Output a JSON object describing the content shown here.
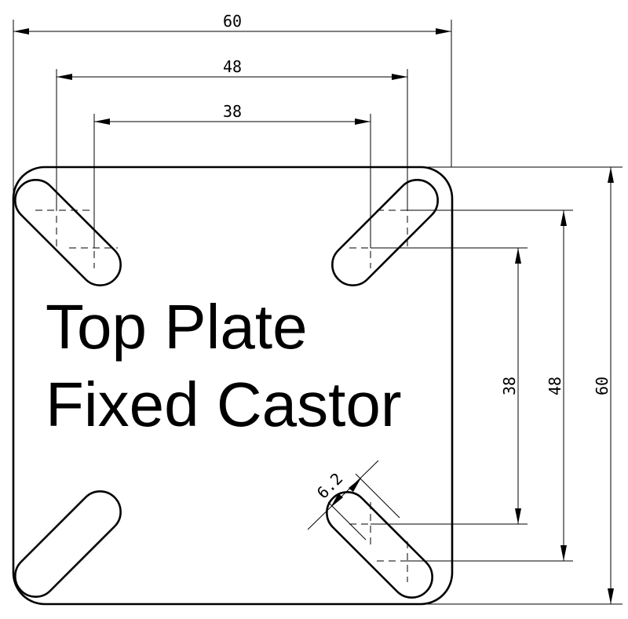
{
  "title": {
    "line1": "Top Plate",
    "line2": "Fixed Castor"
  },
  "dimensions": {
    "plate_width": "60",
    "bolt_spacing_outer_x": "48",
    "bolt_spacing_inner_x": "38",
    "bolt_spacing_inner_y": "38",
    "bolt_spacing_outer_y": "48",
    "plate_height": "60",
    "slot_width": "6.2"
  }
}
